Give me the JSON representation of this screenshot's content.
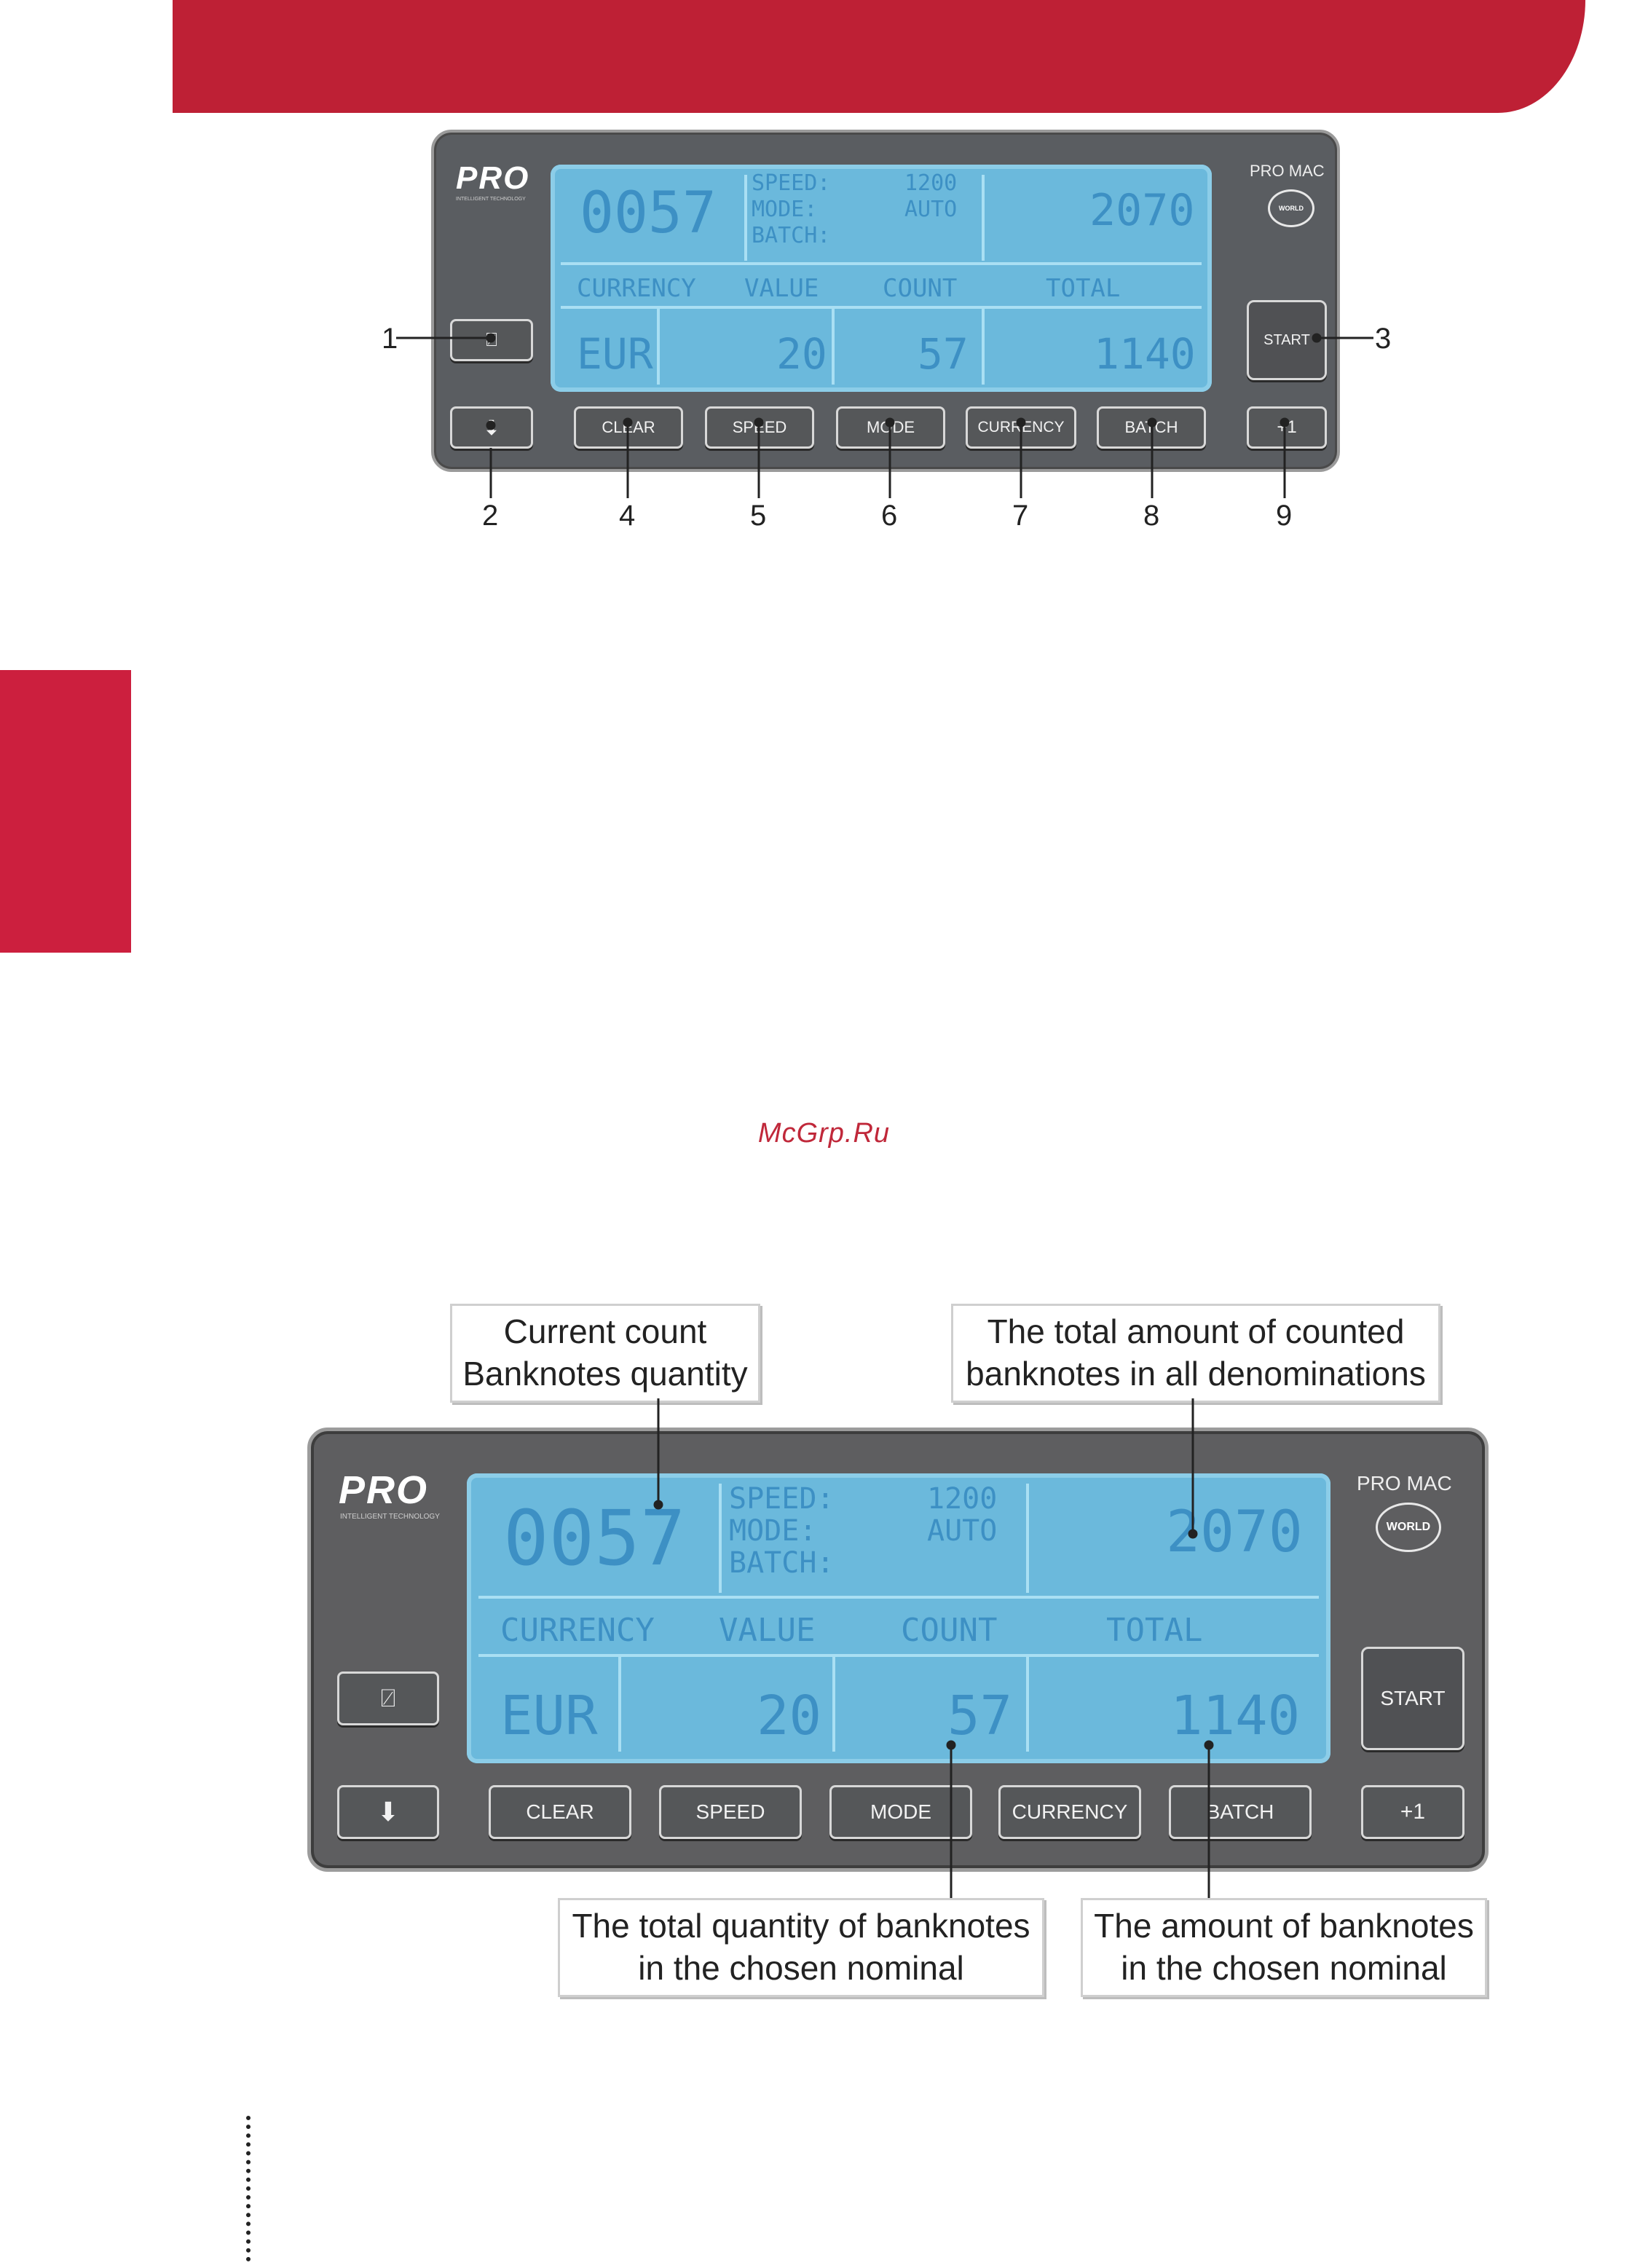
{
  "watermark": "McGrp.Ru",
  "panel": {
    "logo": "PRO",
    "logo_sub": "INTELLIGENT TECHNOLOGY",
    "brand": "PRO MAC",
    "globe_label": "WORLD",
    "lcd": {
      "current_count": "0057",
      "speed_label": "SPEED:",
      "speed_value": "1200",
      "mode_label": "MODE:",
      "mode_value": "AUTO",
      "batch_label": "BATCH:",
      "grand_total": "2070",
      "headers": {
        "currency": "CURRENCY",
        "value": "VALUE",
        "count": "COUNT",
        "total": "TOTAL"
      },
      "row": {
        "currency": "EUR",
        "value": "20",
        "count": "57",
        "total": "1140"
      }
    },
    "buttons": {
      "add_mode": "⍁",
      "down": "⬇",
      "start": "START",
      "clear": "CLEAR",
      "speed": "SPEED",
      "mode": "MODE",
      "currency": "CURRENCY",
      "batch": "BATCH",
      "plus_one": "+1"
    }
  },
  "numbers": [
    "1",
    "2",
    "3",
    "4",
    "5",
    "6",
    "7",
    "8",
    "9"
  ],
  "callouts": {
    "current_count": [
      "Current count",
      "Banknotes quantity"
    ],
    "total_amount": [
      "The total amount of counted",
      "banknotes in all denominations"
    ],
    "total_quantity": [
      "The total quantity of banknotes",
      "in the chosen nominal"
    ],
    "amount_nominal": [
      "The amount of banknotes",
      "in the chosen nominal"
    ]
  }
}
